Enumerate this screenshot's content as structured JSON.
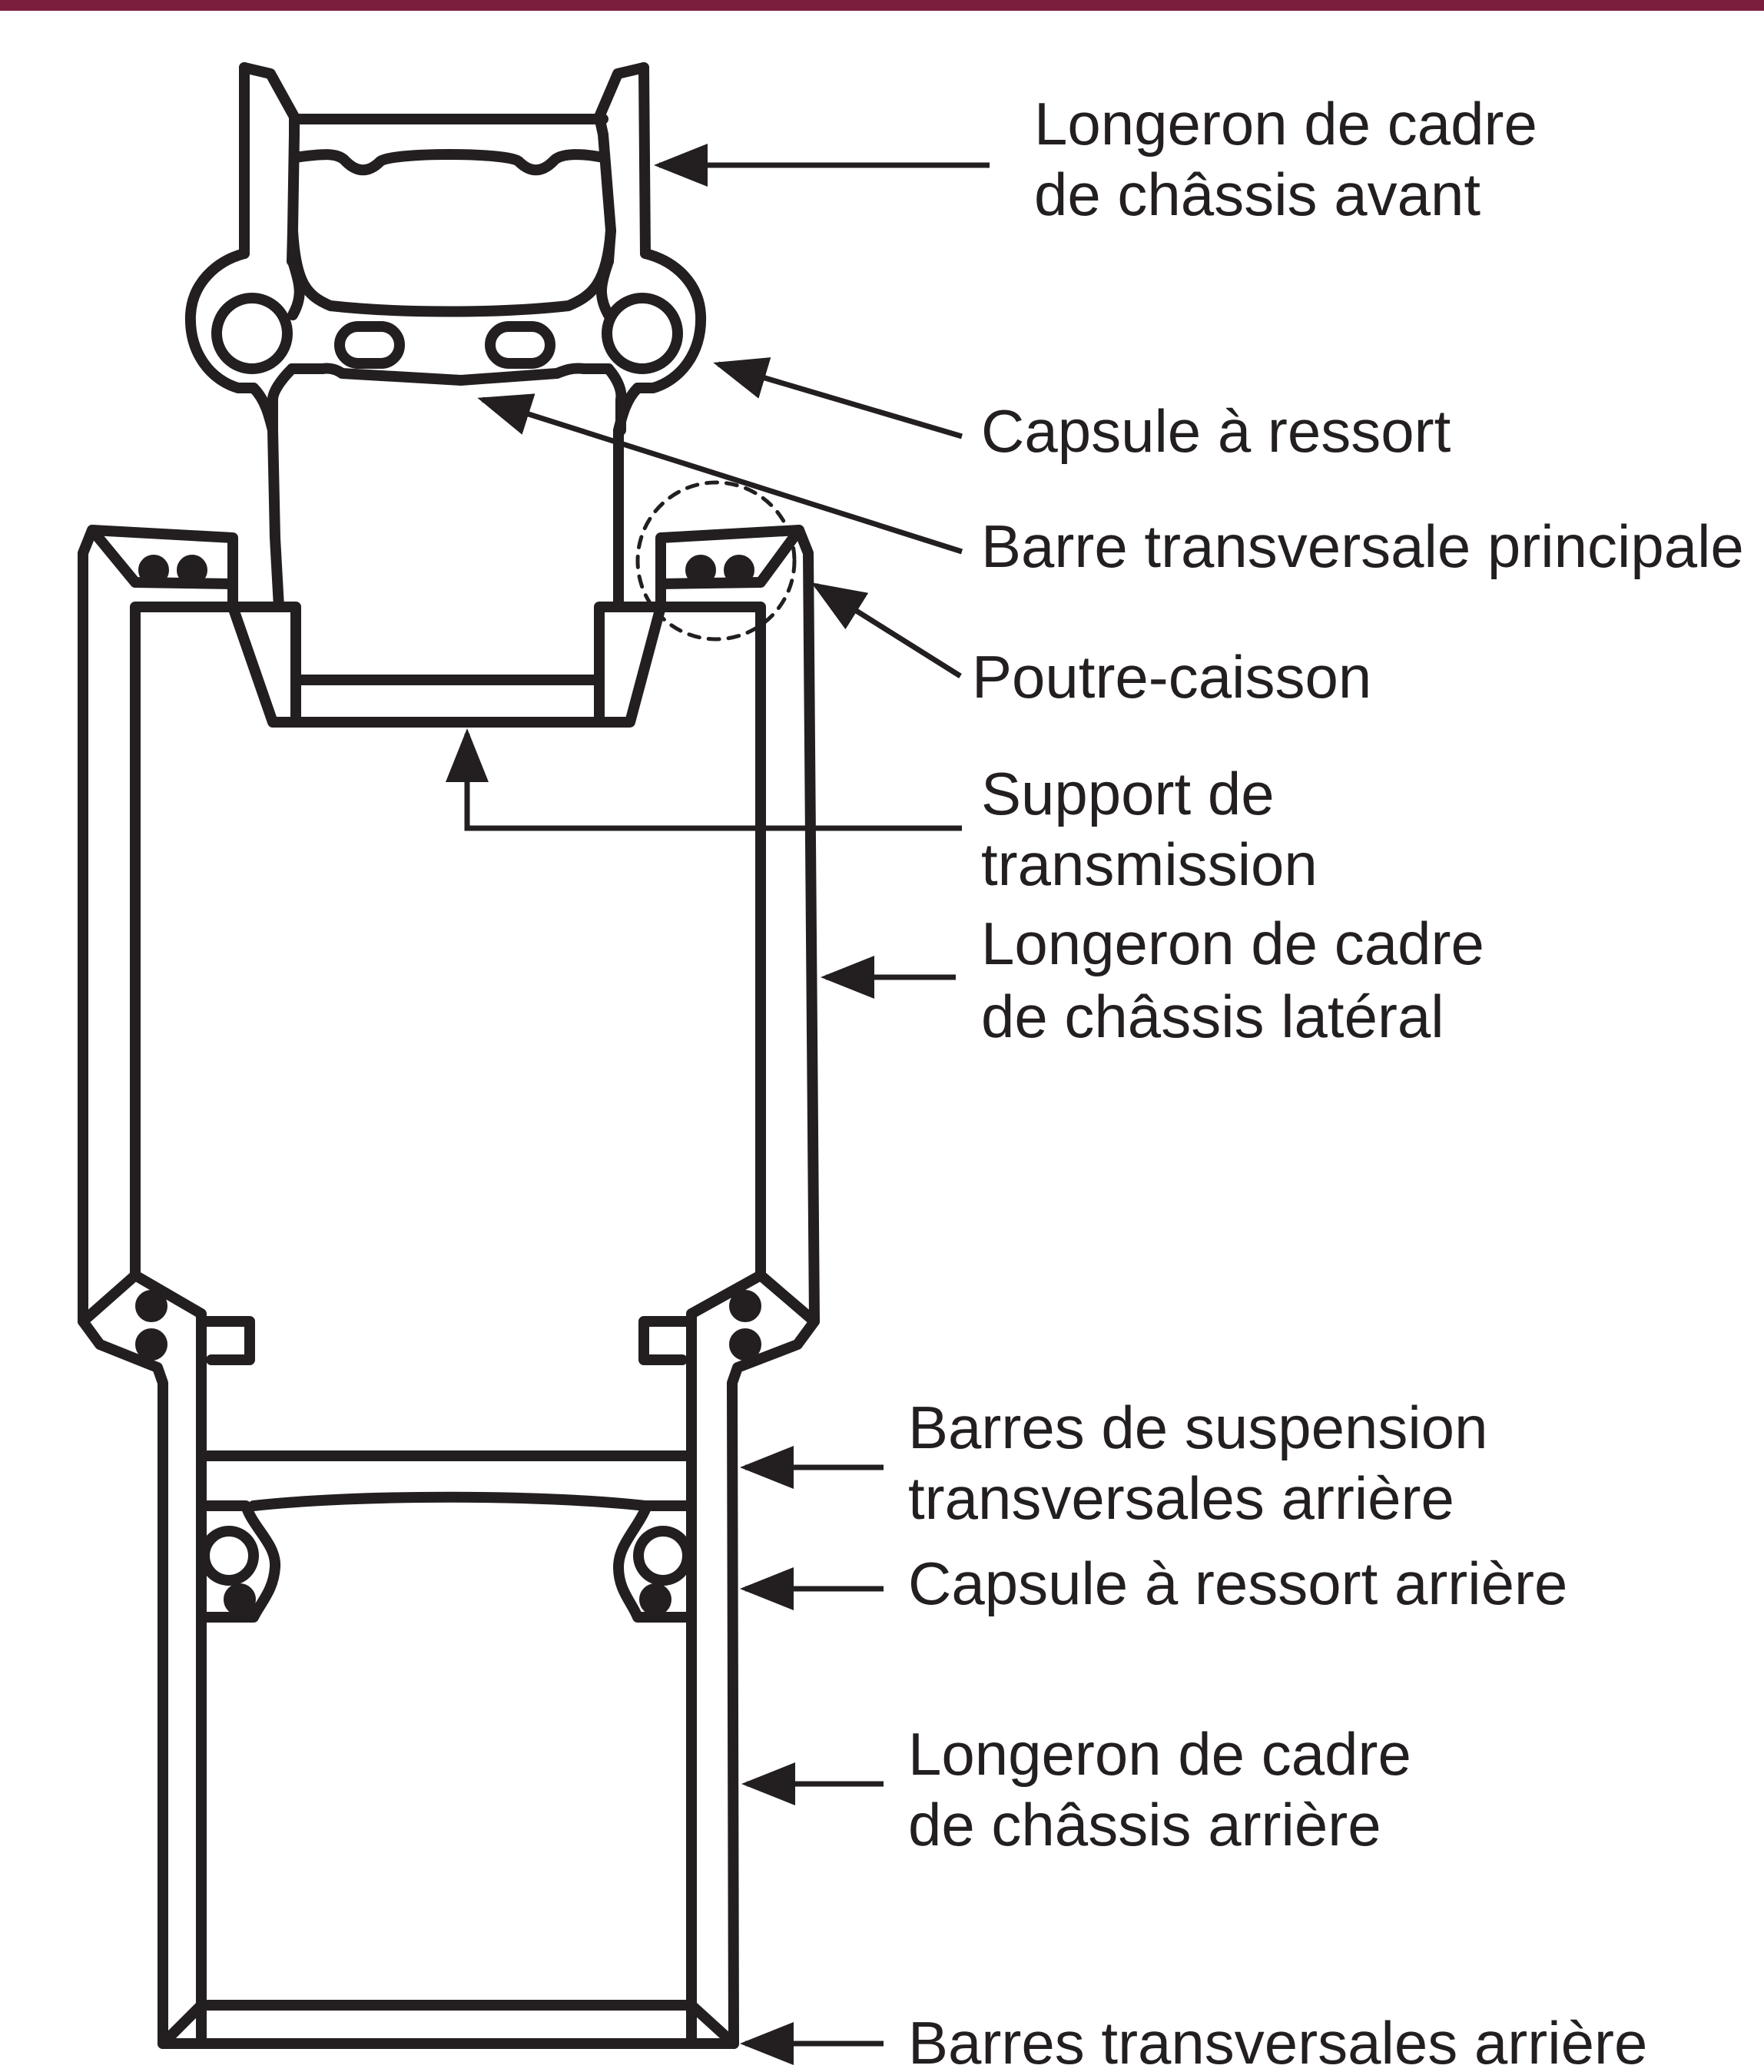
{
  "colors": {
    "accent_bar": "#7b1d3d",
    "line": "#231f20",
    "background": "#ffffff"
  },
  "labels": {
    "front_rail": [
      "Longeron de cadre",
      "de châssis avant"
    ],
    "spring_capsule": "Capsule à ressort",
    "main_crossbar": "Barre transversale principale",
    "box_beam": "Poutre-caisson",
    "transmission_support": [
      "Support de",
      "transmission"
    ],
    "side_rail": [
      "Longeron de cadre",
      "de châssis latéral"
    ],
    "rear_suspension_crossbars": [
      "Barres de suspension",
      "transversales arrière"
    ],
    "rear_spring_capsule": "Capsule à ressort arrière",
    "rear_rail": [
      "Longeron de cadre",
      "de châssis arrière"
    ],
    "rear_crossbars": "Barres transversales arrière"
  }
}
